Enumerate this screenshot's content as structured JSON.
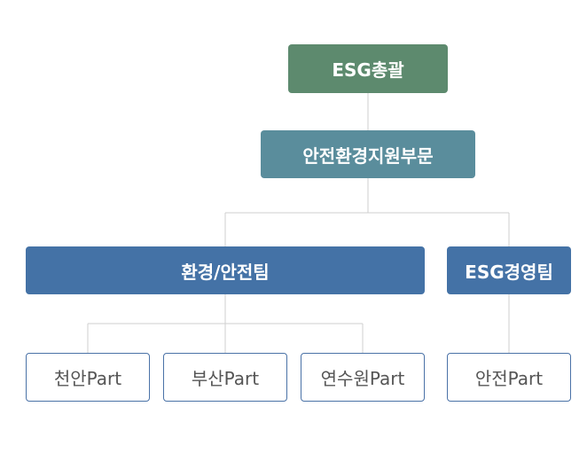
{
  "colors": {
    "top": "#5d8a6e",
    "division": "#5a8d9c",
    "team": "#4472a6",
    "outline_border": "#4a72a7",
    "connector": "#cfcfcf"
  },
  "org": {
    "top": "ESG총괄",
    "division": "안전환경지원부문",
    "teams": [
      {
        "name": "환경/안전팀",
        "parts": [
          "천안Part",
          "부산Part",
          "연수원Part"
        ]
      },
      {
        "name": "ESG경영팀",
        "parts": [
          "안전Part"
        ]
      }
    ]
  }
}
